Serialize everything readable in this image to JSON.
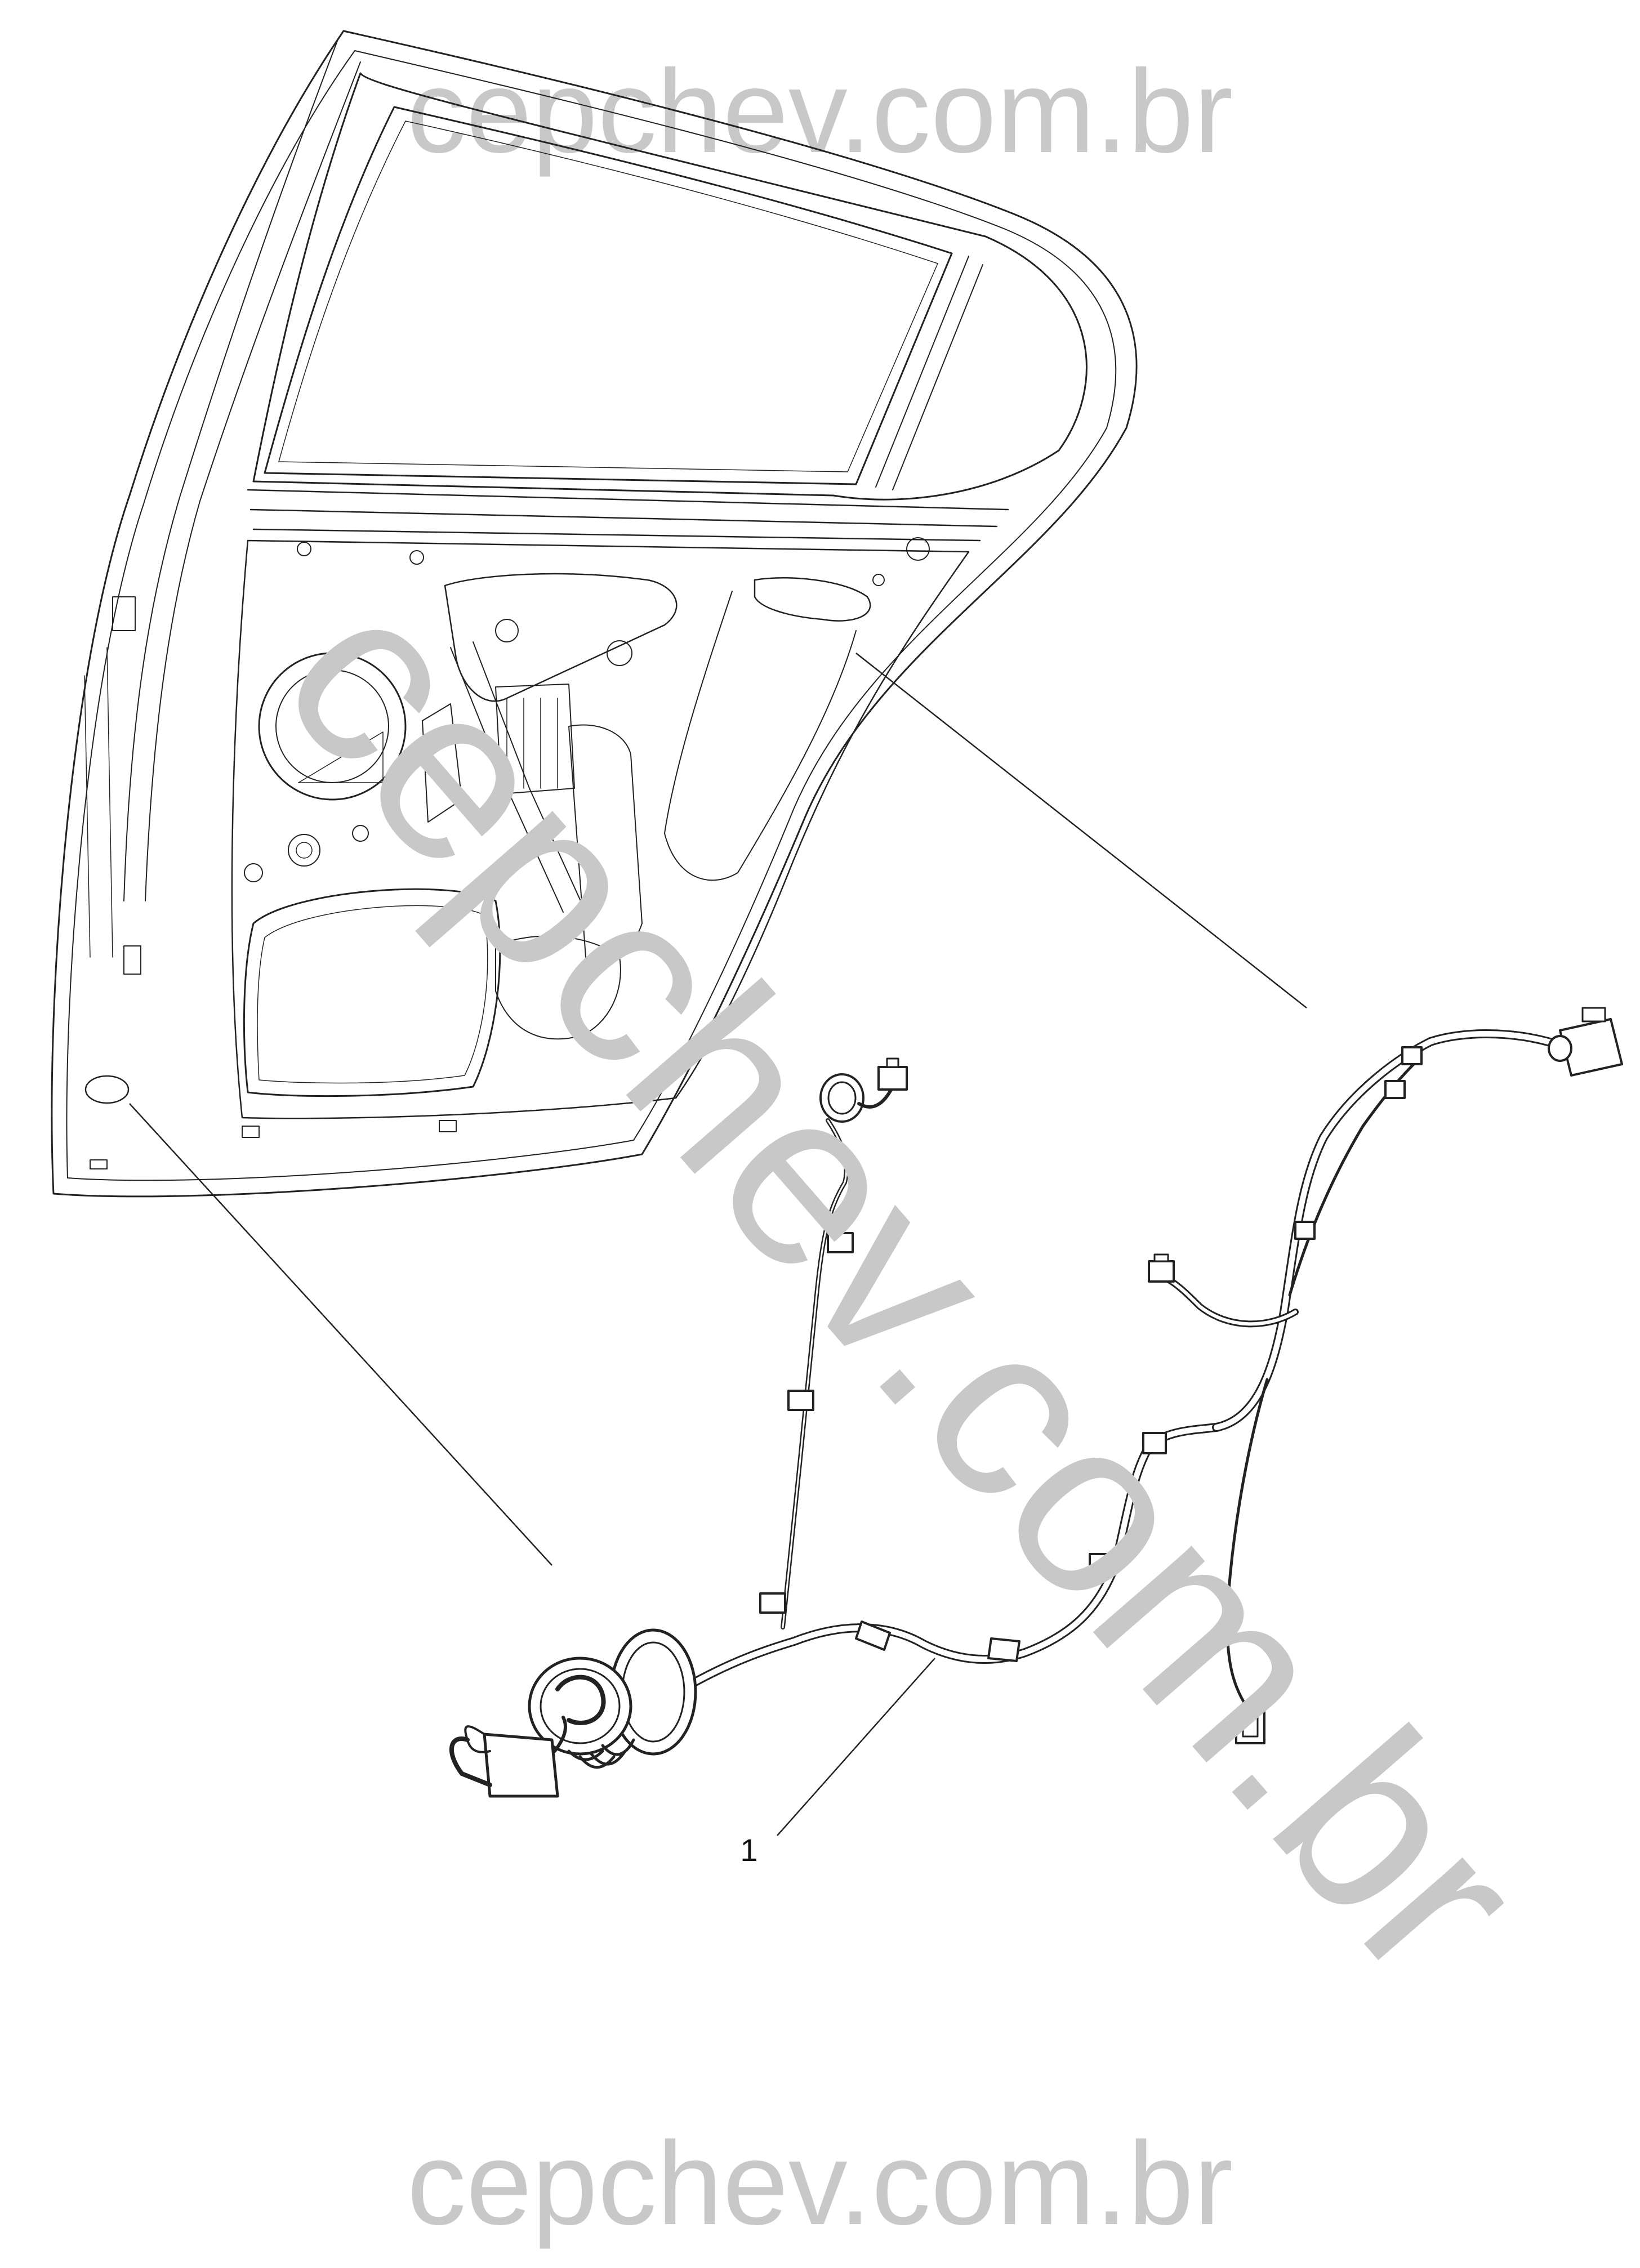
{
  "watermark": {
    "top": "cepchev.com.br",
    "diagonal": "cepchev.com.br",
    "bottom": "cepchev.com.br",
    "color": "#c8c8c8"
  },
  "callouts": [
    {
      "label": "1"
    }
  ],
  "parts": {
    "door": {
      "icon": "rear-door-panel-drawing"
    },
    "harness": {
      "icon": "wiring-harness-drawing"
    }
  },
  "colors": {
    "line": "#222222",
    "background": "#ffffff"
  }
}
